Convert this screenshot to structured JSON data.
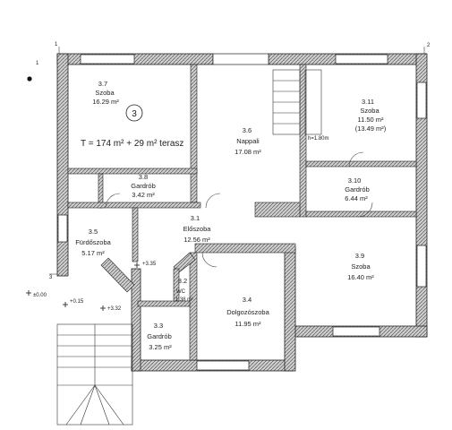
{
  "rooms": [
    {
      "id": "r37",
      "num": "3.7",
      "name": "Szoba",
      "area": "16.29 m²"
    },
    {
      "id": "r36",
      "num": "3.6",
      "name": "Nappali",
      "area": "17.08 m²"
    },
    {
      "id": "r311",
      "num": "3.11",
      "name": "Szoba",
      "area": "11.50 m²",
      "area2": "(13.49 m²)"
    },
    {
      "id": "r38",
      "num": "3.8",
      "name": "Gardrób",
      "area": "3.42 m²"
    },
    {
      "id": "r310",
      "num": "3.10",
      "name": "Gardrób",
      "area": "6.44 m²"
    },
    {
      "id": "r31",
      "num": "3.1",
      "name": "Előszoba",
      "area": "12.56 m²"
    },
    {
      "id": "r35",
      "num": "3.5",
      "name": "Fürdőszoba",
      "area": "5.17 m²"
    },
    {
      "id": "r39",
      "num": "3.9",
      "name": "Szoba",
      "area": "16.40 m²"
    },
    {
      "id": "r32",
      "num": "3.2",
      "name": "WC",
      "area": "1.38 m²"
    },
    {
      "id": "r34",
      "num": "3.4",
      "name": "Dolgozószoba",
      "area": "11.95 m²"
    },
    {
      "id": "r33",
      "num": "3.3",
      "name": "Gardrób",
      "area": "3.25 m²"
    }
  ],
  "floor_badge": "3",
  "summary": "T = 174 m² + 29 m² terasz",
  "axis_labels": {
    "a1": "1",
    "a2": "2",
    "a3": "3"
  },
  "levels": {
    "l1": "+3.35",
    "l2": "±0.00",
    "l3": "+0.15",
    "l4": "+3.32"
  },
  "misc": {
    "heights": "h=1.80m"
  }
}
